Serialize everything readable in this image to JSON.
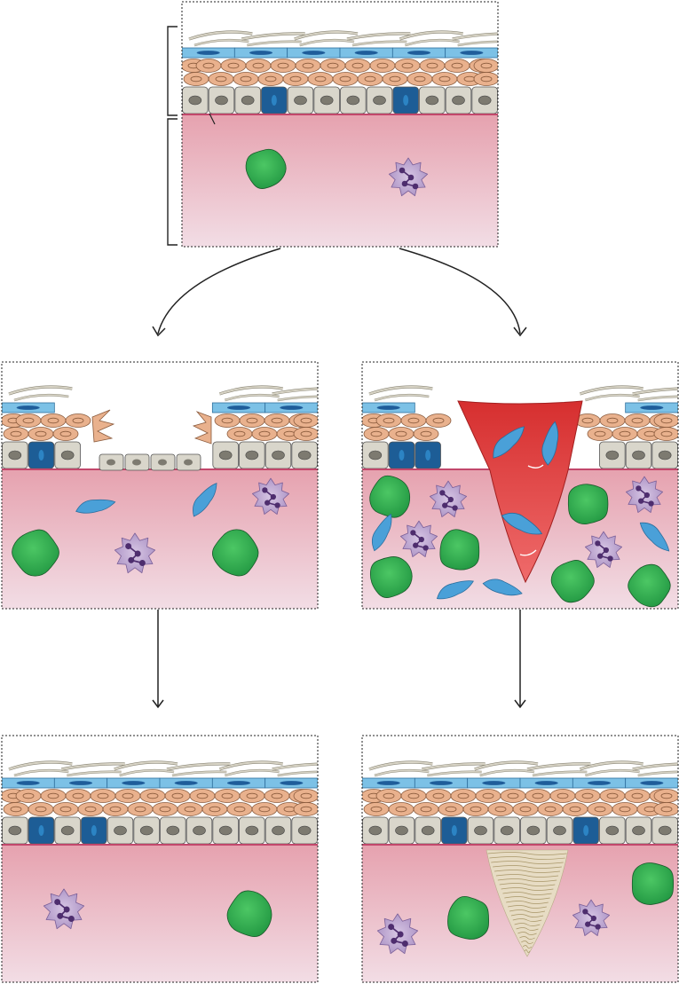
{
  "figure": {
    "panels": [
      {
        "id": "normal",
        "state": "intact tissue"
      },
      {
        "id": "superficial-wound",
        "state": "epidermal loss"
      },
      {
        "id": "deep-wound",
        "state": "wound with clot"
      },
      {
        "id": "regeneration",
        "state": "restored tissue"
      },
      {
        "id": "scar",
        "state": "fibrotic scar"
      }
    ],
    "colors": {
      "background": "#ffffff",
      "outline": "#222222",
      "dermis_top": "#e7a7b3",
      "dermis_bottom": "#f1dbe3",
      "basal_line": "#c2476b",
      "keratinocyte": "#e9b18d",
      "basal_cell": "#d9d6cb",
      "granular_cell": "#7cc1e6",
      "melanocyte": "#1d5d96",
      "stratum_corneum": "#d8d4c6",
      "macrophage": "#2eaa47",
      "immune_cell": "#b39cc7",
      "immune_nucleus": "#4e2d6e",
      "fibroblast": "#4aa0d8",
      "blood_clot": "#dc3a3a",
      "scar_tissue": "#e7dcc4"
    },
    "icons": [
      "arrow-icon",
      "bracket-icon",
      "macrophage-cell",
      "immune-cell",
      "fibroblast-cell"
    ]
  }
}
